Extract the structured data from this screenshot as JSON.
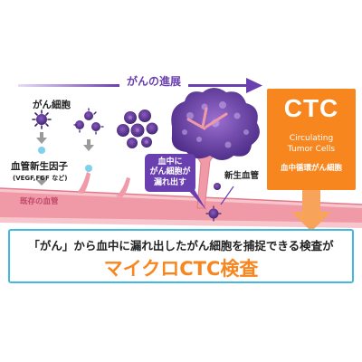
{
  "progress_arrow": {
    "label": "がんの進展"
  },
  "labels": {
    "cancer_cell": "がん細胞",
    "growth_factor": "血管新生因子",
    "growth_factor_examples": "(VEGF,FGF など)",
    "existing_vessel": "既存の血管",
    "new_vessel": "新生血管"
  },
  "callout": {
    "lines": [
      "血中に",
      "がん細胞が",
      "漏れ出す"
    ]
  },
  "ctc_box": {
    "title": "CTC",
    "subtitle_line1": "Circulating",
    "subtitle_line2": "Tumor Cells",
    "japanese": "血中循環がん細胞"
  },
  "result": {
    "line1": "「がん」から血中に漏れ出したがん細胞を捕捉できる検査が",
    "line2": "マイクロCTC検査"
  },
  "colors": {
    "accent_orange": "#f7861e",
    "accent_purple": "#6a3fb0",
    "vessel_pink": "#f09aa8",
    "border_blue": "#43b8e0"
  }
}
